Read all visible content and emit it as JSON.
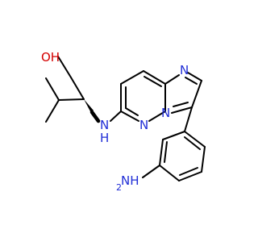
{
  "colors": {
    "carbon_bond": "#000000",
    "nitrogen": "#1f2dd6",
    "oxygen": "#d40000",
    "background": "#ffffff"
  },
  "atoms": {
    "hydroxyl": "OH",
    "amine_nh": "N",
    "amine_nh_h": "H",
    "ring_n_imidazole": "N",
    "ring_n_bridge": "N",
    "ring_n_pyridazine": "N",
    "aniline": "NH",
    "aniline_sub": "2"
  }
}
